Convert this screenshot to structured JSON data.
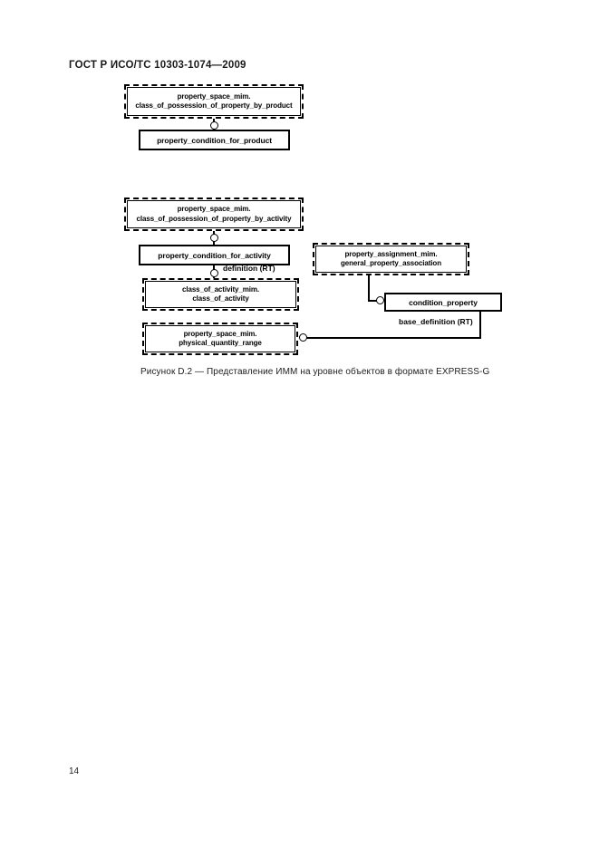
{
  "page": {
    "header": "ГОСТ Р ИСО/ТС 10303-1074—2009",
    "page_number": "14"
  },
  "figure": {
    "caption": "Рисунок D.2 — Представление ИММ на уровне объектов в формате EXPRESS-G"
  },
  "diagram": {
    "boxes": {
      "possession_by_product": {
        "schema": "property_space_mim.",
        "entity": "class_of_possession_of_property_by_product"
      },
      "condition_for_product": {
        "label": "property_condition_for_product"
      },
      "possession_by_activity": {
        "schema": "property_space_mim.",
        "entity": "class_of_possession_of_property_by_activity"
      },
      "condition_for_activity": {
        "label": "property_condition_for_activity"
      },
      "class_of_activity": {
        "schema": "class_of_activity_mim.",
        "entity": "class_of_activity"
      },
      "physical_quantity_range": {
        "schema": "property_space_mim.",
        "entity": "physical_quantity_range"
      },
      "general_property_association": {
        "schema": "property_assignment_mim.",
        "entity": "general_property_association"
      },
      "condition_property": {
        "label": "condition_property"
      }
    },
    "edge_labels": {
      "definition": "definition (RT)",
      "base_definition": "base_definition (RT)"
    }
  }
}
